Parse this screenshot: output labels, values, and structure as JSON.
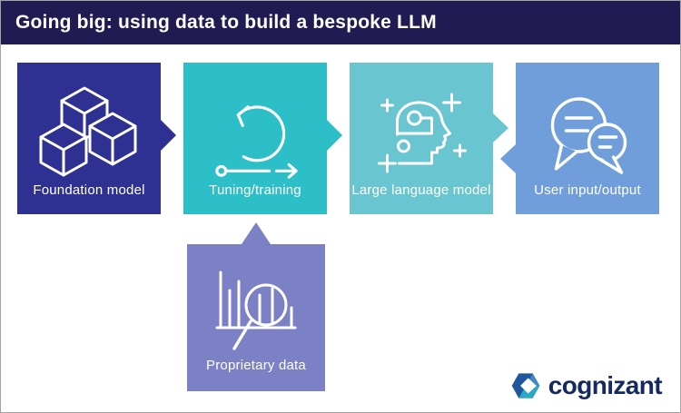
{
  "header": {
    "title": "Going big: using data to build a bespoke LLM",
    "background_color": "#201b52"
  },
  "flow": {
    "steps": [
      {
        "label": "Foundation model",
        "icon": "cubes-icon",
        "color": "#2e3192"
      },
      {
        "label": "Tuning/training",
        "icon": "cycle-arrow-icon",
        "color": "#2cbfc7"
      },
      {
        "label": "Large language model",
        "icon": "head-circuit-icon",
        "color": "#69c5cf"
      },
      {
        "label": "User input/output",
        "icon": "chat-bubbles-icon",
        "color": "#6f9edb"
      }
    ],
    "data_source": {
      "label": "Proprietary data",
      "icon": "bar-chart-magnifier-icon",
      "color": "#7c80c5"
    },
    "arrows": [
      {
        "from": "Foundation model",
        "to": "Tuning/training",
        "direction": "right",
        "color": "#2e3192"
      },
      {
        "from": "Tuning/training",
        "to": "Large language model",
        "direction": "right",
        "color": "#2cbfc7"
      },
      {
        "from": "Large language model",
        "to": "User input/output",
        "direction": "right",
        "color": "#69c5cf"
      },
      {
        "from": "User input/output",
        "to": "Large language model",
        "direction": "left",
        "color": "#6f9edb"
      },
      {
        "from": "Proprietary data",
        "to": "Tuning/training",
        "direction": "up",
        "color": "#7c80c5"
      }
    ]
  },
  "logo": {
    "text": "cognizant",
    "text_color": "#14295f"
  }
}
